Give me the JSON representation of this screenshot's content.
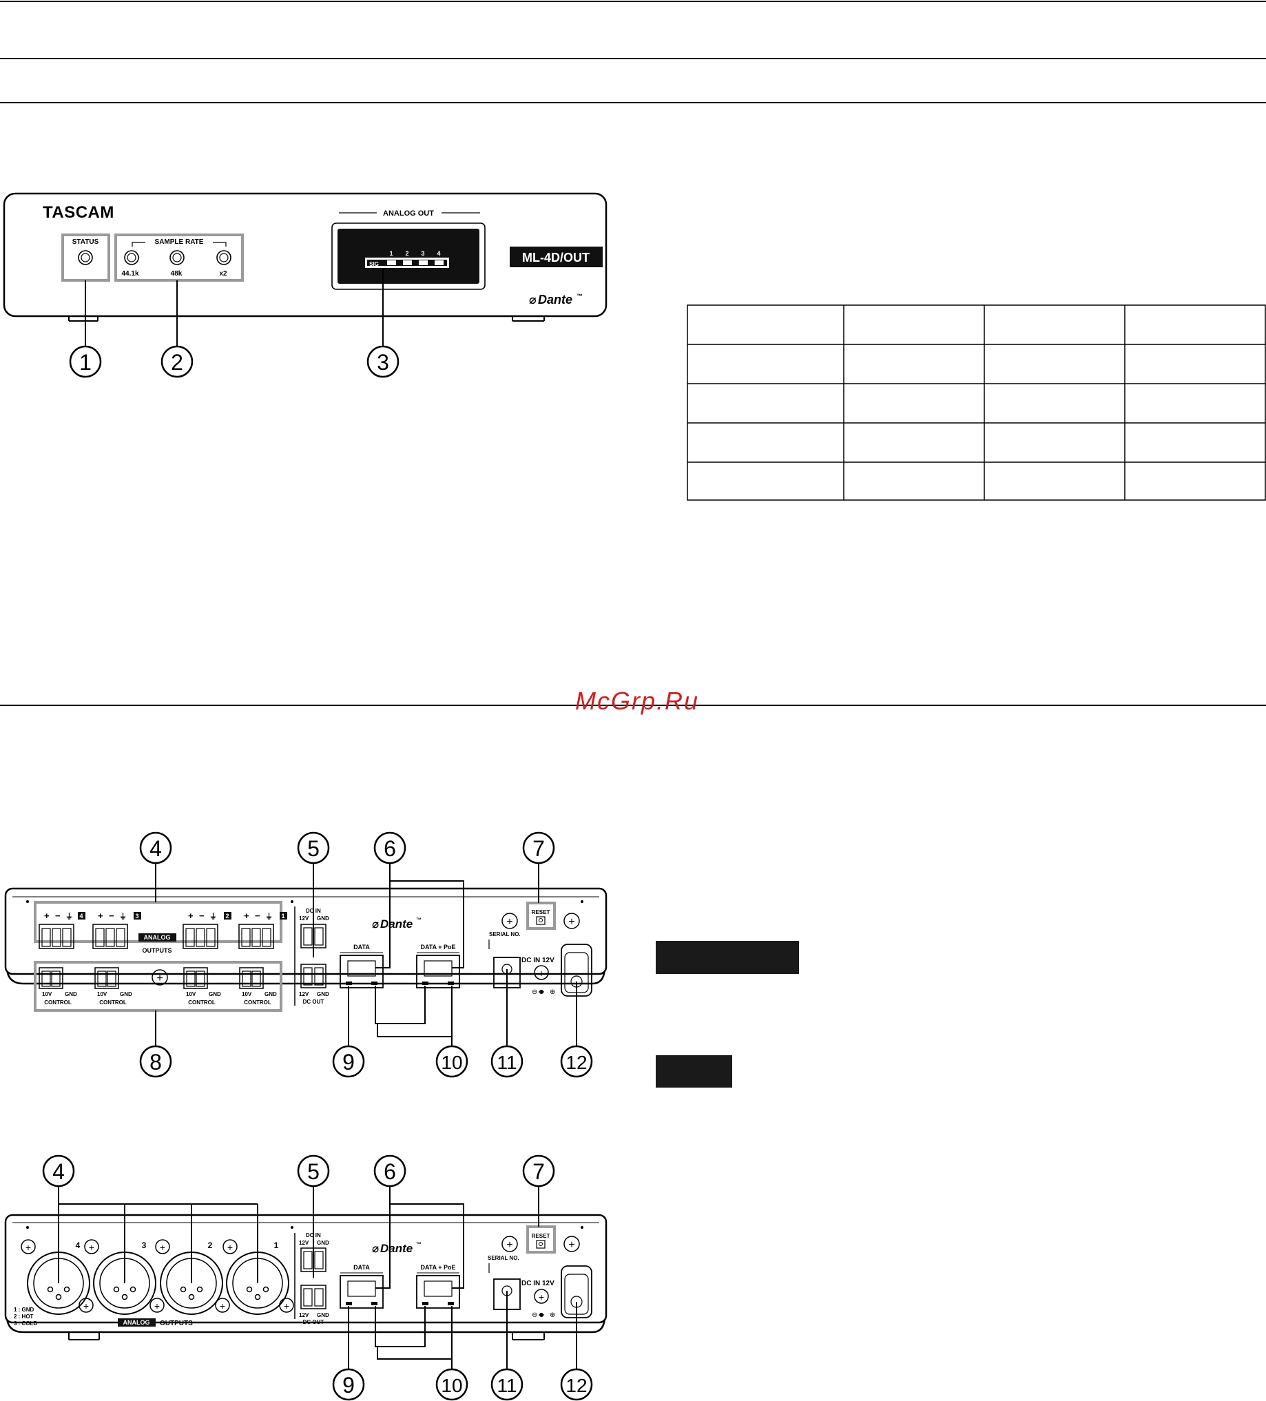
{
  "watermark": {
    "text": "McGrp.Ru",
    "color": "#cc1f1f"
  },
  "front_panel": {
    "brand": "TASCAM",
    "status_label": "STATUS",
    "sample_rate_label": "SAMPLE RATE",
    "rate_441": "44.1k",
    "rate_48": "48k",
    "rate_x2": "x2",
    "analog_out_label": "ANALOG OUT",
    "sig_label": "SIG",
    "ch1": "1",
    "ch2": "2",
    "ch3": "3",
    "ch4": "4",
    "model": "ML-4D/OUT",
    "dante": "Dante",
    "dante_tm": "™"
  },
  "callouts": [
    "1",
    "2",
    "3",
    "4",
    "5",
    "6",
    "7",
    "8",
    "9",
    "10",
    "11",
    "12"
  ],
  "rear_common": {
    "dc_in": "DC IN",
    "v12": "12V",
    "gnd": "GND",
    "dc_out": "DC OUT",
    "data": "DATA",
    "data_poe": "DATA + PoE",
    "reset": "RESET",
    "serial_no": "SERIAL NO.",
    "dc_in_12v": "DC IN 12V",
    "analog": "ANALOG",
    "outputs": "OUTPUTS",
    "control": "CONTROL",
    "v10": "10V",
    "plus": "+",
    "minus": "−",
    "ground_sym": "⏚",
    "minus_circle": "⊖",
    "plus_circle": "⊕"
  },
  "rear_xlr": {
    "pin1": "1 : GND",
    "pin2": "2 : HOT",
    "pin3": "3 : COLD"
  },
  "table": {
    "rows": 5,
    "cols": 4
  },
  "colors": {
    "line": "#000000",
    "highlight_box": "#9a9a9a",
    "label_block": "#1a1a1a"
  }
}
